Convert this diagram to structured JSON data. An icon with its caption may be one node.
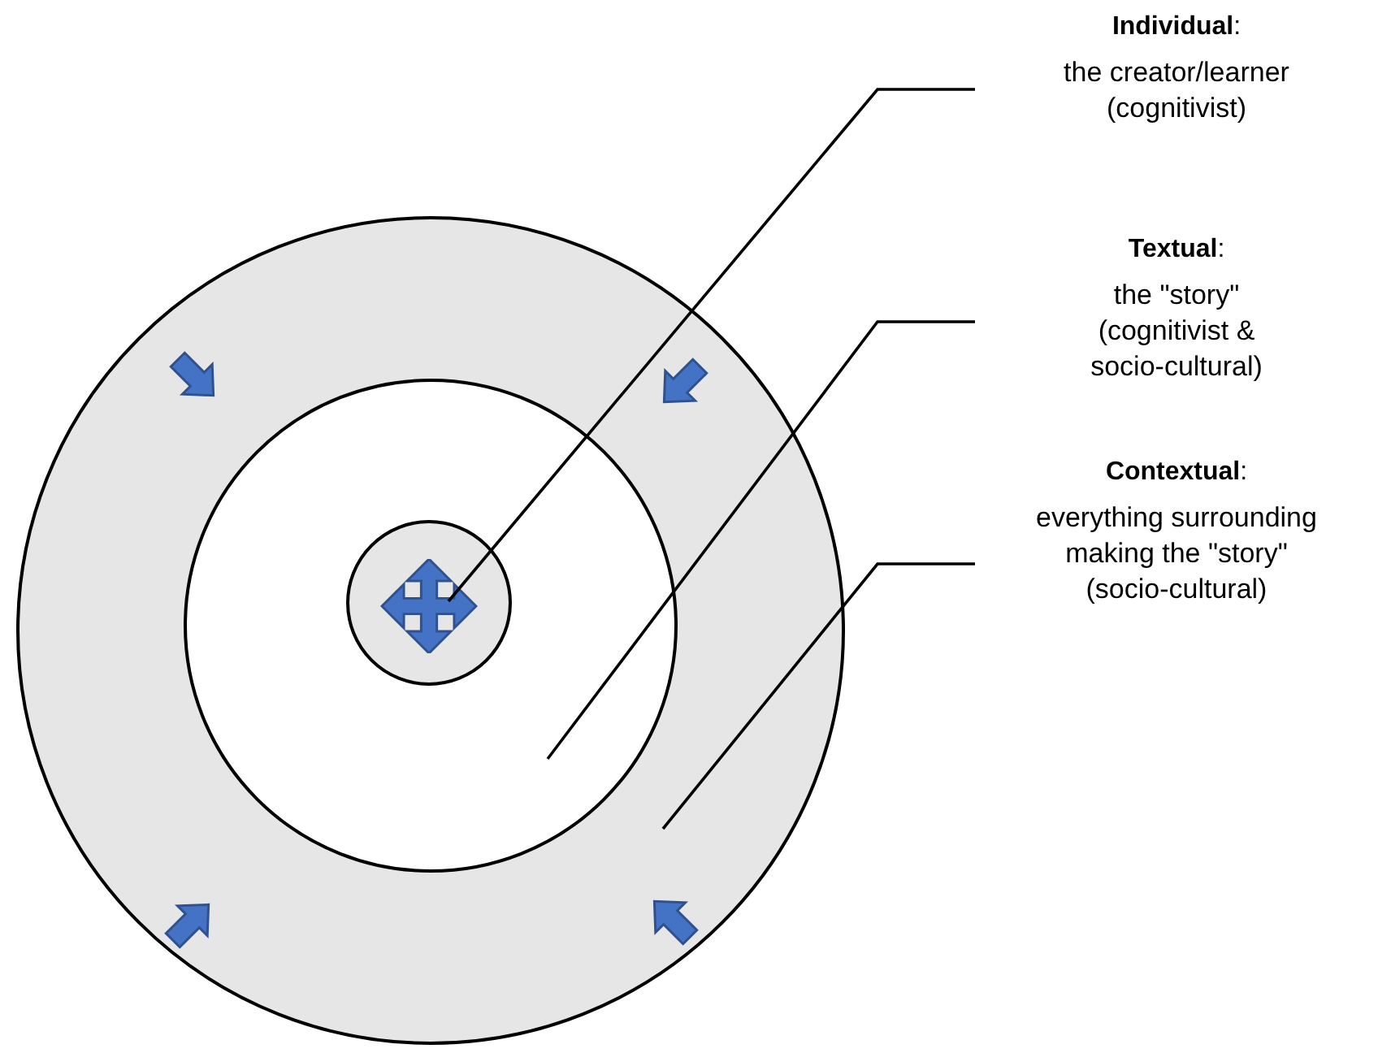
{
  "diagram": {
    "nodes": [
      {
        "text": [
          "**Individual**:",
          "the creator/learner (cognitivist)"
        ]
      },
      {
        "text": [
          "**Textual**:",
          "the \"story\" (cognitivist & socio-cultural)"
        ]
      },
      {
        "text": [
          "**Contextual**:",
          "everything surrounding making the \"story\" (socio-cultural)"
        ]
      },
      {
        "text": [],
        "shape": "circle"
      },
      {
        "text": [],
        "shape": "circle",
        "in": 3
      },
      {
        "text": [],
        "shape": "circle",
        "in": 4
      }
    ],
    "edges": [
      {
        "from": 0,
        "to": 5,
        "arrow": "none"
      },
      {
        "from": 1,
        "to": 4,
        "arrow": "none"
      },
      {
        "from": 2,
        "to": 3,
        "arrow": "none"
      }
    ]
  }
}
